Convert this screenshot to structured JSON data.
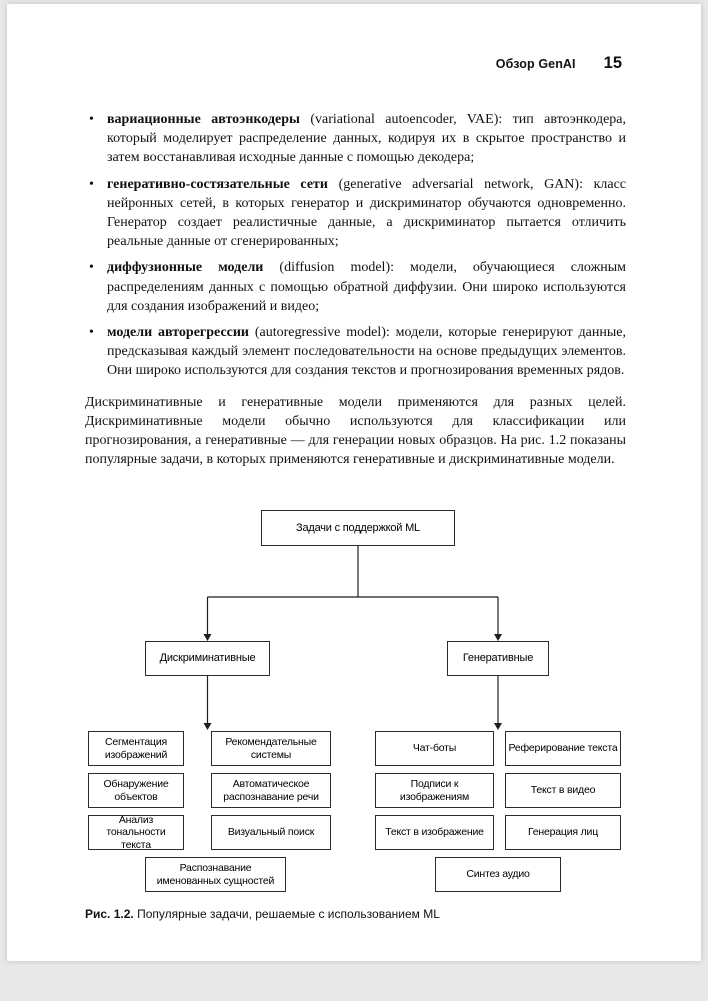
{
  "header": {
    "chapter": "Обзор GenAI",
    "page_number": "15"
  },
  "list": {
    "bullet": "•",
    "items": [
      {
        "term": "вариационные автоэнкодеры",
        "rest": " (variational autoencoder, VAE): тип автоэнкодера, который моделирует распределение данных, кодируя их в скрытое пространство и затем восстанавливая исходные данные с помощью декодера;"
      },
      {
        "term": "генеративно-состязательные сети",
        "rest": " (generative adversarial network, GAN): класс нейронных сетей, в которых генератор и дискриминатор обучаются одновременно. Генератор создает реалистичные данные, а дискриминатор пытается отличить реальные данные от сгенерированных;"
      },
      {
        "term": "диффузионные модели",
        "rest": " (diffusion model): модели, обучающиеся сложным распределениям данных с помощью обратной диффузии. Они широко используются для создания изображений и видео;"
      },
      {
        "term": "модели авторегрессии",
        "rest": " (autoregressive model): модели, которые генерируют данные, предсказывая каждый элемент последовательности на основе предыдущих элементов. Они широко используются для создания текстов и прогнозирования временных рядов."
      }
    ]
  },
  "paragraph": "Дискриминативные и генеративные модели применяются для разных целей. Дискриминативные модели обычно используются для классификации или прогнозирования, а генеративные — для генерации новых образцов. На рис. 1.2 показаны популярные задачи, в которых применяются генеративные и дискриминативные модели.",
  "figure": {
    "root": "Задачи с поддержкой ML",
    "left_branch": "Дискриминативные",
    "right_branch": "Генеративные",
    "left_col1": [
      "Сегментация изображений",
      "Обнаружение объектов",
      "Анализ тональности текста"
    ],
    "left_col2": [
      "Рекомендательные системы",
      "Автоматическое распознавание речи",
      "Визуальный поиск"
    ],
    "left_bottom": "Распознавание именованных сущностей",
    "right_col1": [
      "Чат-боты",
      "Подписи к изображениям",
      "Текст в изображение"
    ],
    "right_col2": [
      "Реферирование текста",
      "Текст в видео",
      "Генерация лиц"
    ],
    "right_bottom": "Синтез аудио"
  },
  "caption": {
    "label": "Рис. 1.2.",
    "text": " Популярные задачи, решаемые с использованием ML"
  }
}
